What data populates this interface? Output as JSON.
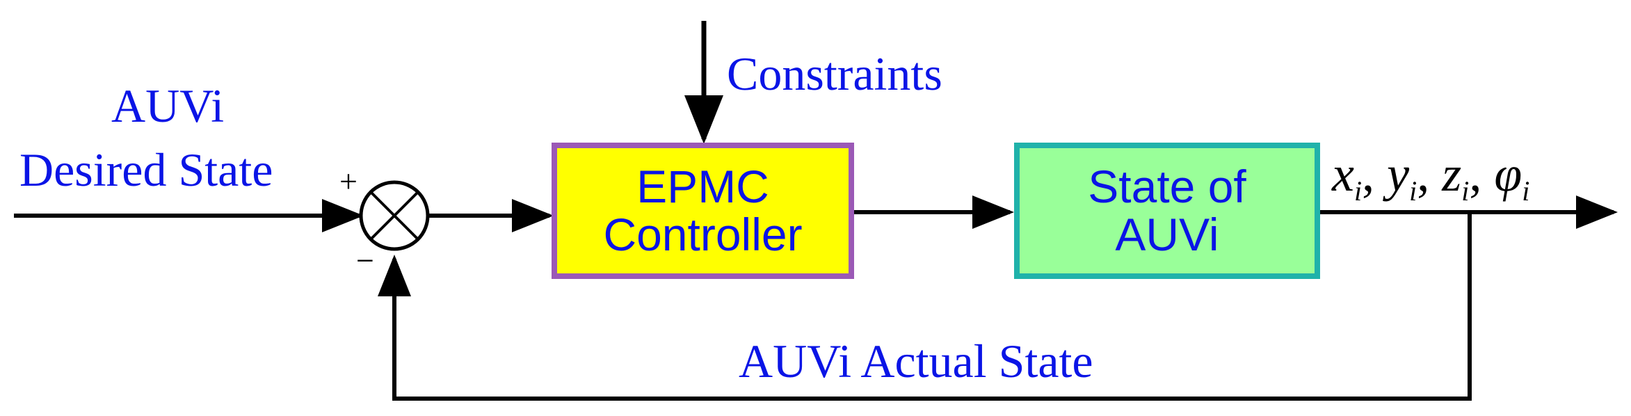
{
  "input": {
    "line1": "AUVi",
    "line2": "Desired State"
  },
  "sum": {
    "plus": "+",
    "minus": "−"
  },
  "constraints": "Constraints",
  "controller": {
    "line1": "EPMC",
    "line2": "Controller"
  },
  "plant": {
    "line1": "State of",
    "line2": "AUVi"
  },
  "outputs": {
    "x": "x",
    "y": "y",
    "z": "z",
    "phi": "φ",
    "subscript": "i",
    "separator": ","
  },
  "feedback_label": "AUVi Actual State",
  "colors": {
    "label_text": "#0a14e6",
    "controller_fill": "#ffff00",
    "controller_border": "#9b59b6",
    "plant_fill": "#99ff99",
    "plant_border": "#20b2aa",
    "line": "#000000"
  }
}
